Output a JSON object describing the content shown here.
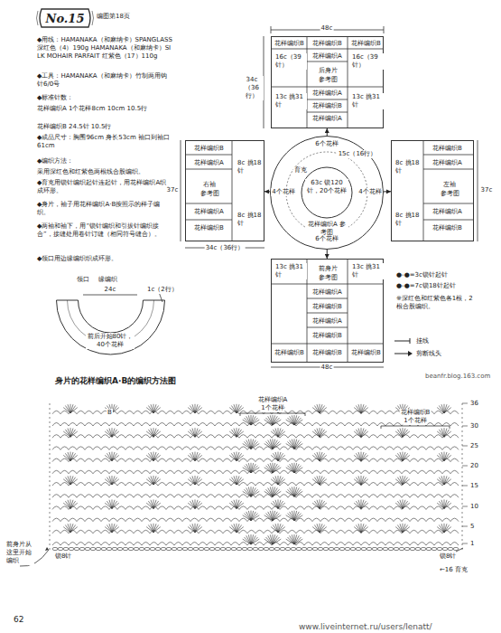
{
  "diagram": {
    "nodes": [
      {
        "text": [
          "No.15"
        ]
      },
      {
        "text": [
          "花样编织B",
          "花样编织B",
          "花样编织B",
          "花样编织A",
          "16c（39针）",
          "后身片",
          "参考图",
          "16c（39针）",
          "花样编织A",
          "13c 挑31针",
          "花样编织B",
          "13c 挑31针",
          "花样编织A"
        ]
      },
      {
        "text": [
          "花样编织B",
          "花样编织A",
          "8c 挑18针",
          "右袖",
          "参考图",
          "花样编织A",
          "花样编织B",
          "8c 挑18针"
        ]
      },
      {
        "text": [
          "6个花样",
          "15c（16行）",
          "育克",
          "4个花样",
          "63c 锁120针，20个花样",
          "4个花样",
          "花样编织A 参考图",
          "6个花样"
        ]
      },
      {
        "text": [
          "8c 挑18针",
          "花样编织B",
          "花样编织A",
          "左袖",
          "参考图",
          "8c 挑18针",
          "花样编织A",
          "花样编织B"
        ]
      },
      {
        "text": [
          "13c 挑31针",
          "前身片",
          "参考图",
          "13c 挑31针",
          "花样编织A",
          "花样编织B",
          "花样编织A",
          "花样编织B",
          "花样编织B",
          "花样编织B",
          "花样编织B"
        ]
      },
      {
        "text": [
          "前后开始80针，40个花样"
        ]
      }
    ],
    "edges": [
      {
        "from": 3,
        "to": 1,
        "arrow": "to"
      },
      {
        "from": 3,
        "to": 2,
        "arrow": "to"
      },
      {
        "from": 3,
        "to": 4,
        "arrow": "to"
      },
      {
        "from": 3,
        "to": 5,
        "arrow": "to"
      }
    ],
    "labels": [
      "编图第18页",
      "◆用线：HAMANAKA（和麻纳卡）SPANGLASS 深红色（4）190g HAMANAKA（和麻纳卡）SILK MOHAIR PARFAIT 红紫色（17）110g",
      "◆工具：HAMANAKA（和麻纳卡）竹制两用钩针6/0号",
      "◆标准针数：",
      "花样编织A 1个花样8cm 10cm 10.5行",
      "花样编织B 24.5针 10.5行",
      "◆成品尺寸：胸围96cm 身长53cm 袖口到袖口61cm",
      "◆编织方法：",
      "采用深红色和红紫色两根线合股编织。",
      "◆育克用锁针编织起针连起针，用花样编织A织成环形。",
      "◆身片，袖子用花样编织A·B按照示的样子编织。",
      "◆两袖和袖下，用“锁针编织和引拔针编织接合”，接缝处用卷针订缝（相同符号缝合）。",
      "◆领口用边缘编织织成环形。",
      "领口",
      "缘编织",
      "24c",
      "1c（2行）",
      "48c",
      "34c（36行）",
      "37c",
      "37c",
      "34c（36行）",
      "48c",
      "●-●=3c锁针起针",
      "●-●=7c锁18针起针",
      "※深红色和红紫色各1根，2根合股编织。",
      "身片的花样编织A·B的编织方法图",
      "B",
      "花样编织A",
      "1个花样",
      "花样编织B",
      "1个花样",
      "36",
      "30",
      "25",
      "20",
      "15",
      "10",
      "5",
      "1",
      "锁8针",
      "锁8针",
      "←16 育克",
      "前身片从这里开始编织",
      "62",
      "www.liveinternet.ru/users/lenatt/",
      "beanfr.blog.163.com"
    ],
    "legend": [
      {
        "text": "挂线"
      },
      {
        "text": "剪断线头"
      }
    ]
  }
}
